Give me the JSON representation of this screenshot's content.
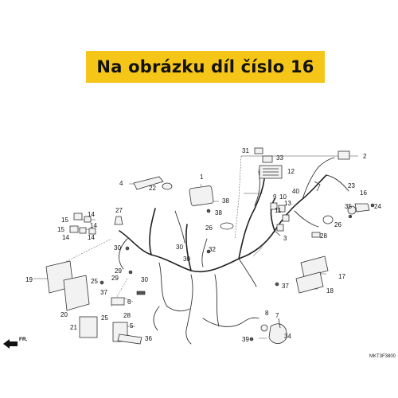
{
  "banner": {
    "text": "Na obrázku díl číslo 16",
    "color": "#f5c518"
  },
  "diagram": {
    "reference_code": "MKT3F3800",
    "direction_label": "FR.",
    "callouts": [
      "1",
      "2",
      "3",
      "4",
      "5",
      "6",
      "7",
      "8",
      "9",
      "10",
      "11",
      "12",
      "13",
      "14",
      "14",
      "14",
      "14",
      "15",
      "15",
      "16",
      "17",
      "18",
      "19",
      "20",
      "21",
      "22",
      "23",
      "24",
      "25",
      "25",
      "26",
      "26",
      "27",
      "28",
      "28",
      "29",
      "29",
      "30",
      "30",
      "30",
      "30",
      "31",
      "32",
      "33",
      "34",
      "35",
      "36",
      "37",
      "37",
      "38",
      "38",
      "39",
      "40"
    ]
  }
}
